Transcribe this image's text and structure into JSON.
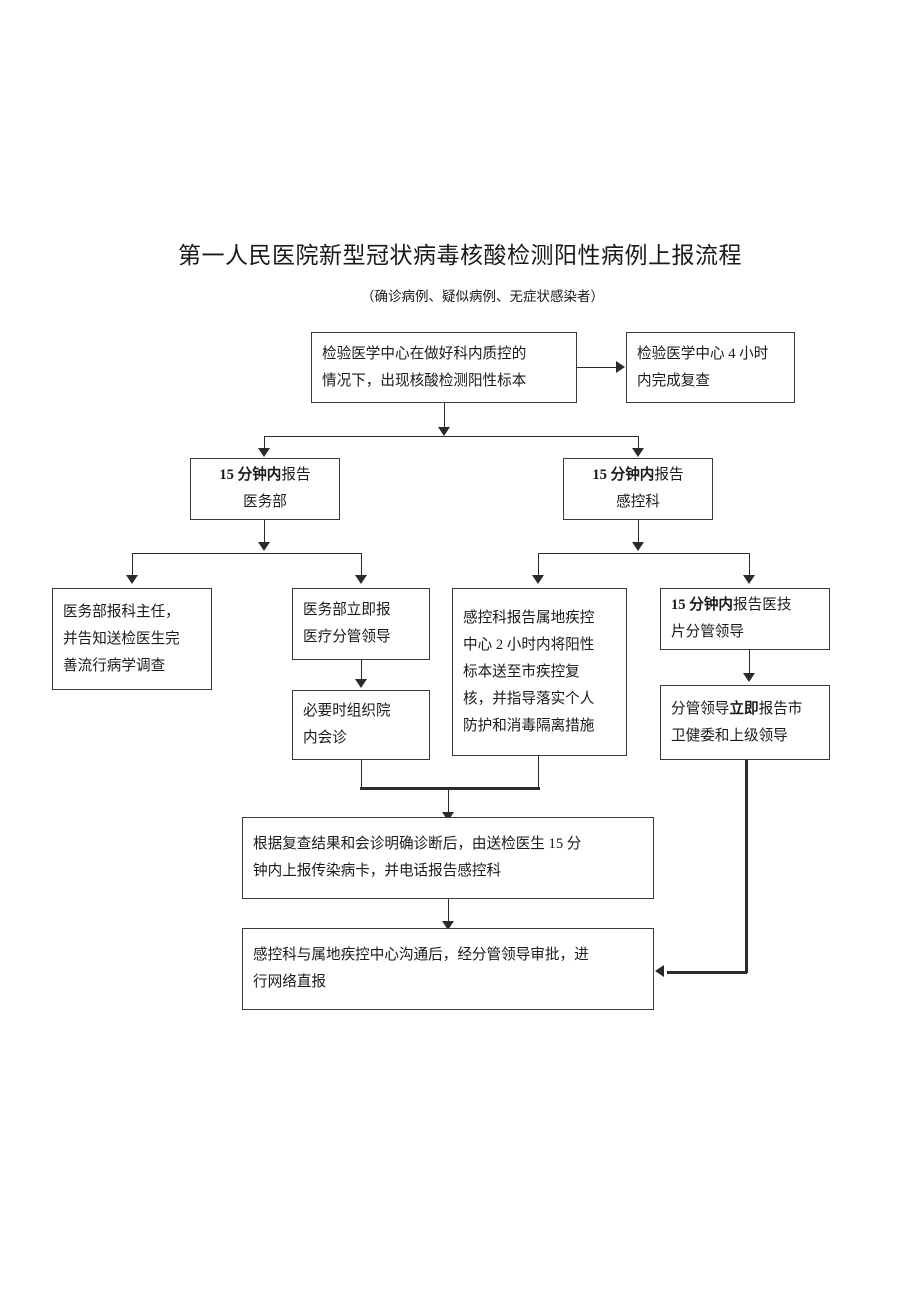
{
  "document": {
    "title": "第一人民医院新型冠状病毒核酸检测阳性病例上报流程",
    "subtitle": "（确诊病例、疑似病例、无症状感染者）"
  },
  "flowchart": {
    "type": "flowchart",
    "nodes": {
      "lab_positive": {
        "lines": [
          "检验医学中心在做好科内质控的",
          "情况下，出现核酸检测阳性标本"
        ]
      },
      "lab_recheck": {
        "lines": [
          "检验医学中心 4 小时",
          "内完成复查"
        ]
      },
      "report_medical_affairs": {
        "line1_bold": "15 分钟内",
        "line1_rest": "报告",
        "line2": "医务部"
      },
      "report_infection_control": {
        "line1_bold": "15 分钟内",
        "line1_rest": "报告",
        "line2": "感控科"
      },
      "notify_director": {
        "lines": [
          "医务部报科主任，",
          "并告知送检医生完",
          "善流行病学调查"
        ]
      },
      "report_medical_leader": {
        "lines": [
          "医务部立即报",
          "医疗分管领导"
        ]
      },
      "hospital_consultation": {
        "lines": [
          "必要时组织院",
          "内会诊"
        ]
      },
      "infection_control_cdc": {
        "lines": [
          "感控科报告属地疾控",
          "中心 2 小时内将阳性",
          "标本送至市疾控复",
          "核，并指导落实个人",
          "防护和消毒隔离措施"
        ]
      },
      "report_tech_leader": {
        "line1_bold": "15 分钟内",
        "line1_rest": "报告医技",
        "line2": "片分管领导"
      },
      "leader_report_commission": {
        "line1_pre": "分管领导",
        "line1_bold": "立即",
        "line1_post": "报告市",
        "line2": "卫健委和上级领导"
      },
      "infectious_disease_card": {
        "lines": [
          "根据复查结果和会诊明确诊断后，由送检医生 15 分",
          "钟内上报传染病卡，并电话报告感控科"
        ]
      },
      "network_direct_report": {
        "lines": [
          "感控科与属地疾控中心沟通后，经分管领导审批，进",
          "行网络直报"
        ]
      }
    },
    "colors": {
      "box_border": "#3a3a3a",
      "connector": "#2b2b2b",
      "background": "#ffffff"
    }
  }
}
